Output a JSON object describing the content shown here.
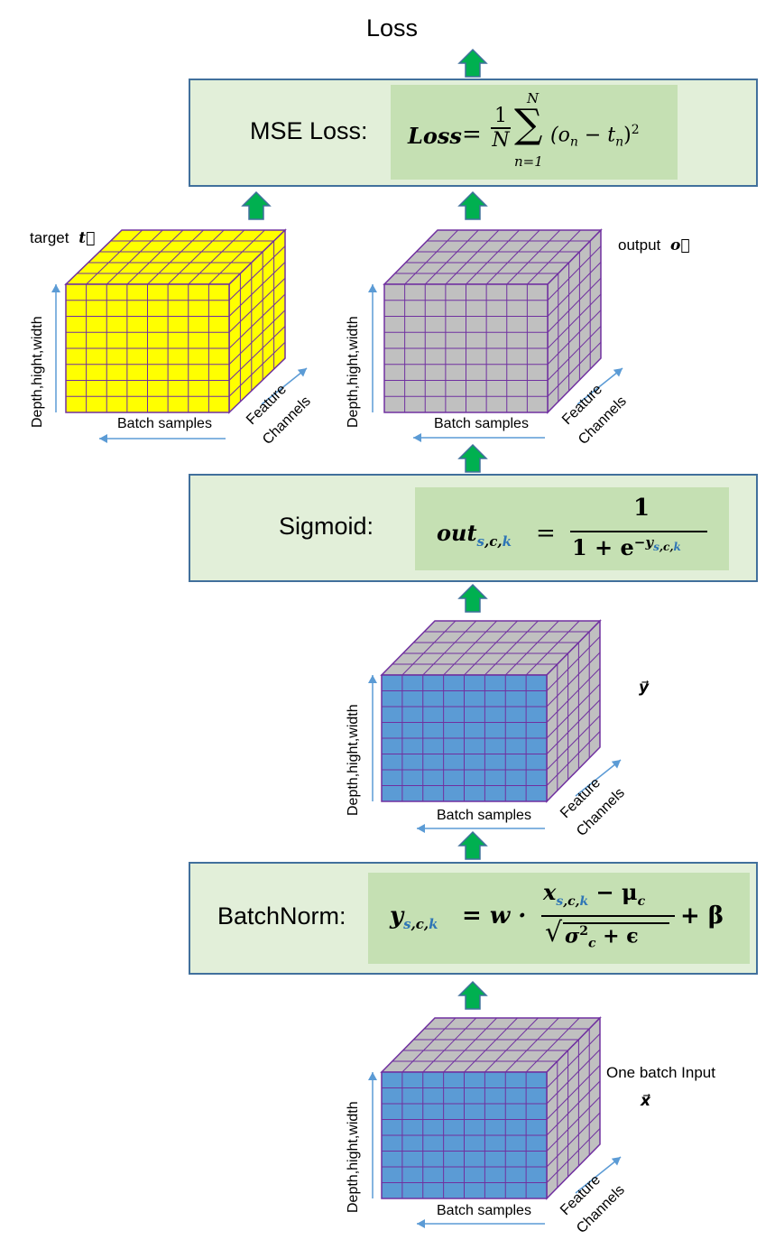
{
  "loss_title": "Loss",
  "mse": {
    "label": "MSE Loss:",
    "lhs": "Loss",
    "eq": "=",
    "frac_num": "1",
    "frac_den": "N",
    "sum_top": "N",
    "sum_bottom": "n=1",
    "sum_symbol": "∑",
    "body": "(o",
    "sub_n1": "n",
    "minus": " − t",
    "sub_n2": "n",
    "close": ")",
    "sup": "2"
  },
  "sigmoid": {
    "label": "Sigmoid:",
    "lhs": "out",
    "sub_s": "s",
    "sub_rest": ",c,",
    "sub_k": "k",
    "eq": "=",
    "num": "1",
    "den_pre": "1 + e",
    "exp_pre": "−y",
    "exp_sub_s": "s",
    "exp_sub_rest": ",c,",
    "exp_sub_k": "k"
  },
  "batchnorm": {
    "label": "BatchNorm:",
    "lhs": "y",
    "sub_s": "s",
    "sub_rest": ",c,",
    "sub_k": "k",
    "eq": "= w ·",
    "num_x": "x",
    "num_sub_s": "s",
    "num_sub_rest": ",c,",
    "num_sub_k": "k",
    "num_rest": " − μ",
    "num_mu_sub": "c",
    "sqrt_sym": "√",
    "den_sigma": "σ",
    "den_sup": "2",
    "den_sub": "c",
    "den_rest": " + ϵ",
    "tail": "+ β"
  },
  "cubes": {
    "target": {
      "label": "target",
      "vec": "t⃗"
    },
    "output": {
      "label": "output",
      "vec": "o⃗"
    },
    "y": {
      "vec": "y⃗"
    },
    "input": {
      "label": "One batch Input",
      "vec": "x⃗"
    },
    "axis_vertical": "Depth,hight,width",
    "axis_batch": "Batch samples",
    "axis_feature": "Feature",
    "axis_channels": "Channels"
  },
  "colors": {
    "box_fill": "#e2efd9",
    "box_border": "#41709c",
    "formula_fill": "#c5e0b3",
    "arrow_green": "#00b050",
    "arrow_edge": "#41709c",
    "grid_line": "#7030a0",
    "yellow": "#ffff00",
    "gray": "#c0c0c0",
    "blue_face": "#5b9bd5",
    "blue_top": "#9dc3e6",
    "axis_arrow": "#5b9bd5"
  }
}
